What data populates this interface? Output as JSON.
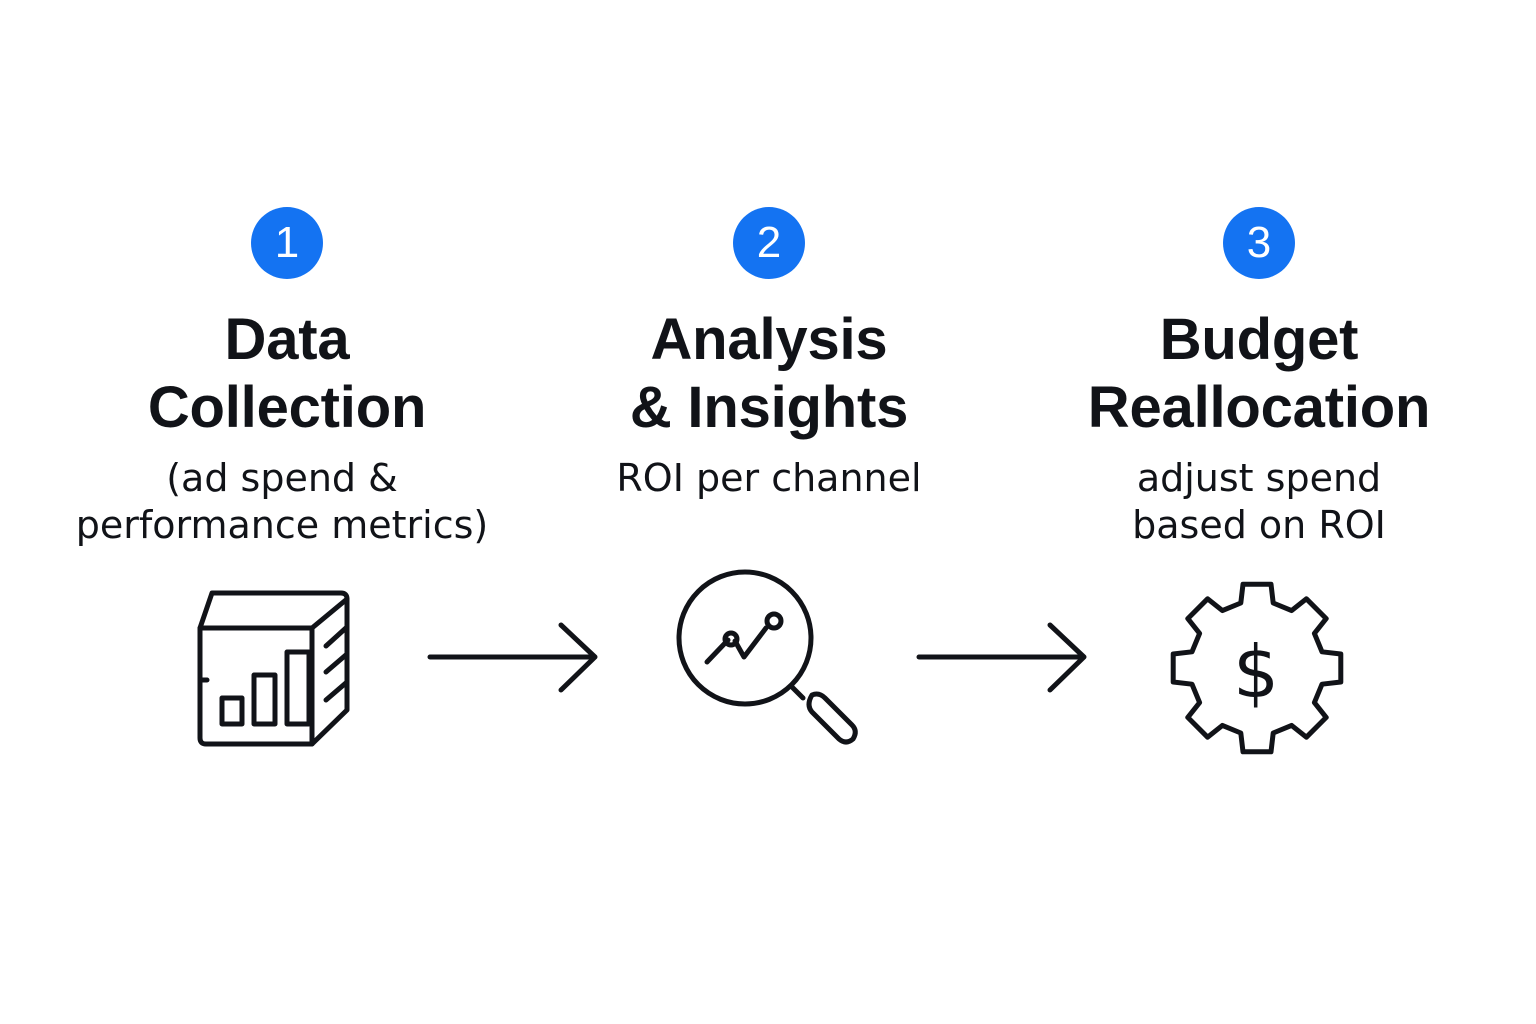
{
  "steps": [
    {
      "number": "1",
      "title_lines": [
        "Data",
        "Collection"
      ],
      "desc_lines": [
        "(ad spend &",
        "performance metrics)"
      ],
      "icon": "database-chart-icon"
    },
    {
      "number": "2",
      "title_lines": [
        "Analysis",
        "& Insights"
      ],
      "desc_lines": [
        "ROI per channel"
      ],
      "icon": "magnifier-trend-icon"
    },
    {
      "number": "3",
      "title_lines": [
        "Budget",
        "Reallocation"
      ],
      "desc_lines": [
        "adjust spend",
        "based on ROI"
      ],
      "icon": "gear-dollar-icon"
    }
  ],
  "colors": {
    "badge": "#1473f2",
    "text": "#111318",
    "background": "#ffffff"
  },
  "connectors": [
    "right-arrow-icon",
    "right-arrow-icon"
  ]
}
